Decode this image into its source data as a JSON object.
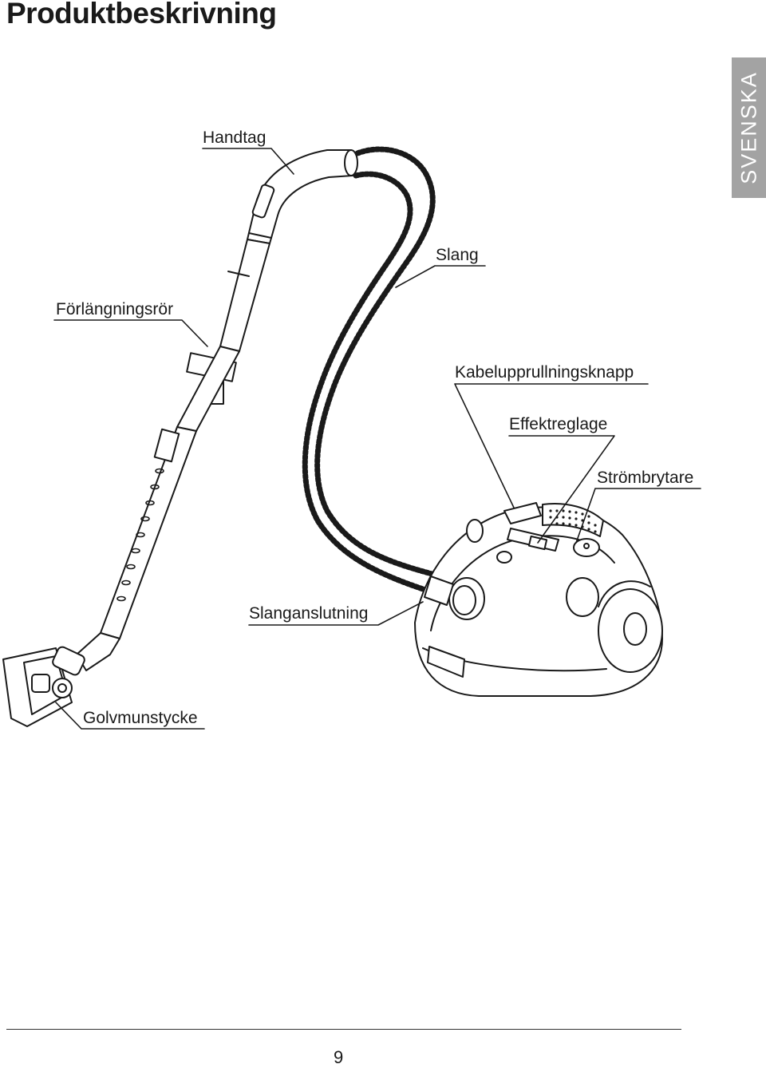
{
  "header": {
    "title": "Produktbeskrivning"
  },
  "language_tab": {
    "label": "SVENSKA",
    "color": "#a3a3a3"
  },
  "diagram": {
    "labels": {
      "handle": "Handtag",
      "hose": "Slang",
      "extension_tube": "Förlängningsrör",
      "cord_rewind_button": "Kabelupprullningsknapp",
      "power_regulator": "Effektreglage",
      "power_switch": "Strömbrytare",
      "hose_connection": "Slanganslutning",
      "floor_nozzle": "Golvmunstycke"
    }
  },
  "footer": {
    "page_number": "9"
  }
}
